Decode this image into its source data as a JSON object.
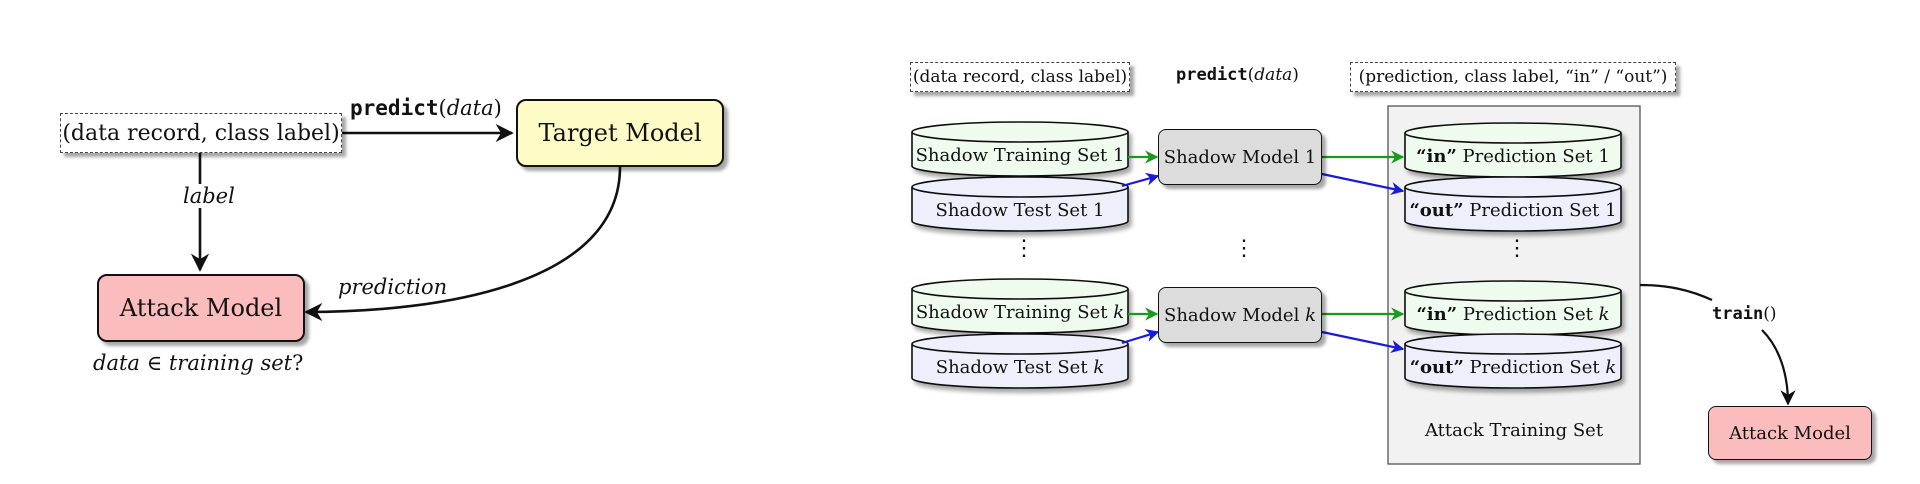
{
  "left": {
    "input_box": "(data record, class label)",
    "predict_fn": "predict",
    "predict_arg": "data",
    "target_model": "Target Model",
    "label_edge": "label",
    "attack_model": "Attack Model",
    "prediction_edge": "prediction",
    "question_data": "data",
    "question_symbol": "∈",
    "question_set": "training set",
    "question_mark": "?"
  },
  "right": {
    "header_input": "(data record, class label)",
    "header_predict_fn": "predict",
    "header_predict_arg": "data",
    "header_output": "(prediction, class label, “in” / “out”)",
    "shadow_train_1": "Shadow Training Set 1",
    "shadow_test_1": "Shadow Test Set 1",
    "shadow_model_1": "Shadow Model 1",
    "in_pred_1_quote": "“in”",
    "in_pred_1_rest": "Prediction Set 1",
    "out_pred_1_quote": "“out”",
    "out_pred_1_rest": "Prediction Set 1",
    "shadow_train_k_prefix": "Shadow Training Set",
    "shadow_test_k_prefix": "Shadow Test Set",
    "shadow_model_k_prefix": "Shadow Model",
    "k": "k",
    "in_pred_k_quote": "“in”",
    "in_pred_k_rest": "Prediction Set",
    "out_pred_k_quote": "“out”",
    "out_pred_k_rest": "Prediction Set",
    "dots": "⋮",
    "attack_training_set": "Attack Training Set",
    "train_fn": "train",
    "train_parens": "()",
    "attack_model": "Attack Model"
  },
  "colors": {
    "target_fill": "#fdfbc6",
    "attack_fill": "#fbbcbd",
    "train_cyl_fill": "#effbef",
    "test_cyl_fill": "#efeffb",
    "shadow_model_fill": "#dcdcdc",
    "panel_fill": "#f2f2f2",
    "green_arrow": "#1a9a1a",
    "blue_arrow": "#1a1adc"
  }
}
